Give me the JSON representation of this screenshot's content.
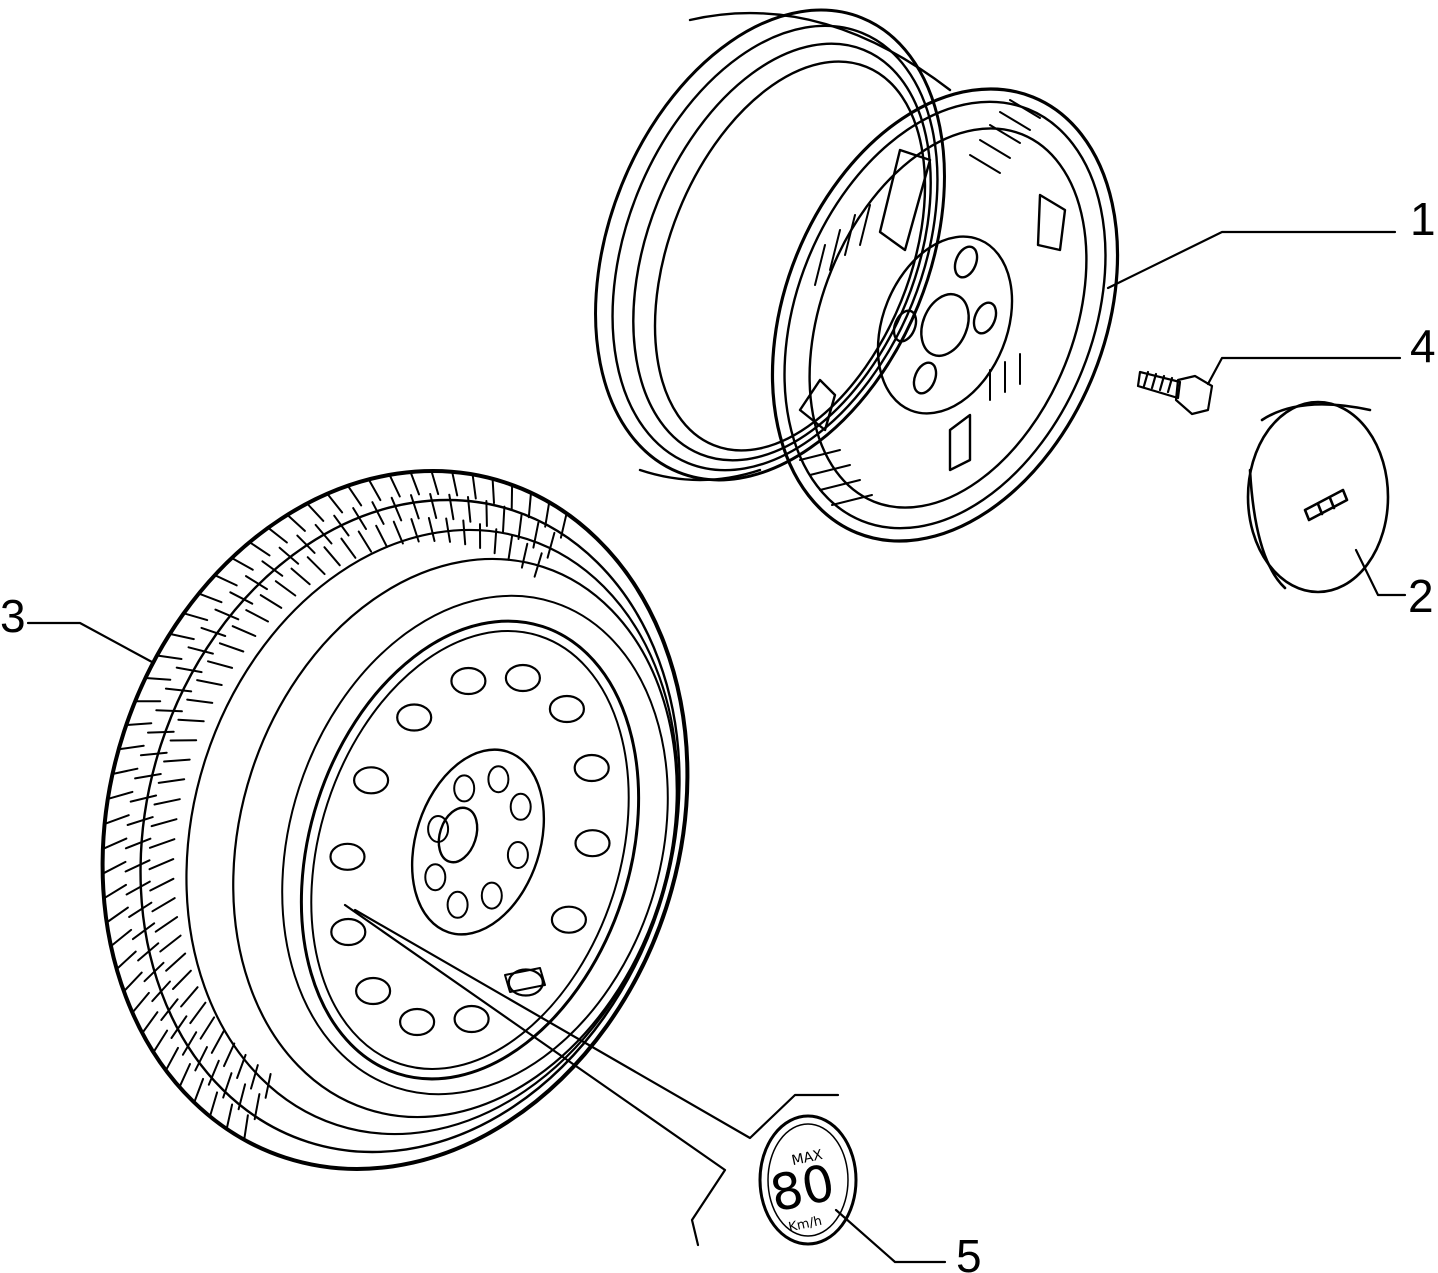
{
  "callouts": [
    {
      "id": "1",
      "label": "1"
    },
    {
      "id": "2",
      "label": "2"
    },
    {
      "id": "3",
      "label": "3"
    },
    {
      "id": "4",
      "label": "4"
    },
    {
      "id": "5",
      "label": "5"
    }
  ],
  "sticker": {
    "line1": "MAX",
    "speed": "80",
    "unit": "Km/h"
  },
  "colors": {
    "ink": "#000000",
    "paper": "#ffffff"
  }
}
